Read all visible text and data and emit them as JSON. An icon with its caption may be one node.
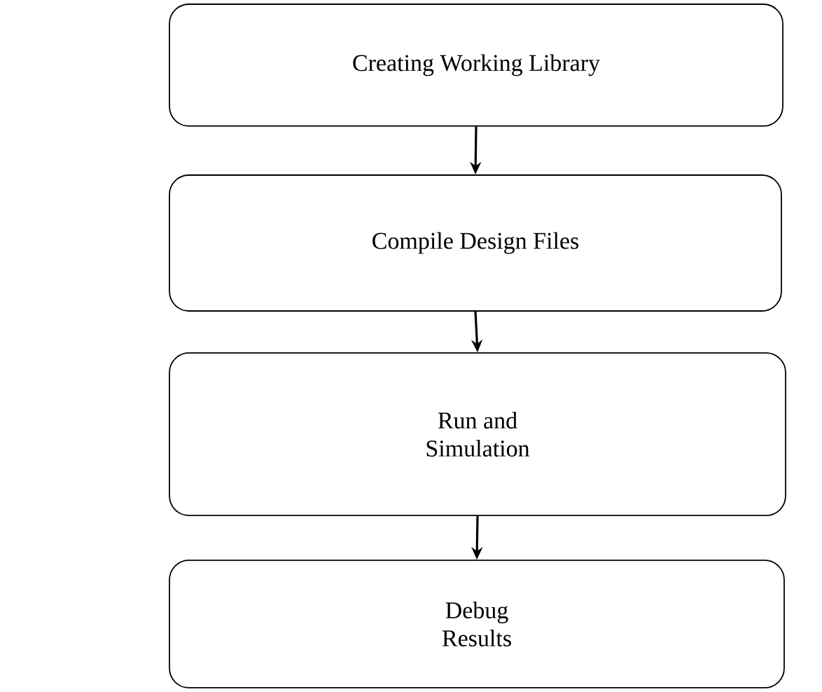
{
  "diagram": {
    "nodes": [
      {
        "text": [
          "Creating Working Library"
        ]
      },
      {
        "text": [
          "Compile Design Files"
        ]
      },
      {
        "text": [
          "Run and Simulation"
        ]
      },
      {
        "text": [
          "Debug Results"
        ]
      }
    ],
    "edges": [
      {
        "from": 0,
        "to": 1,
        "arrow": "to"
      },
      {
        "from": 1,
        "to": 2,
        "arrow": "to"
      },
      {
        "from": 2,
        "to": 3,
        "arrow": "to"
      }
    ]
  }
}
